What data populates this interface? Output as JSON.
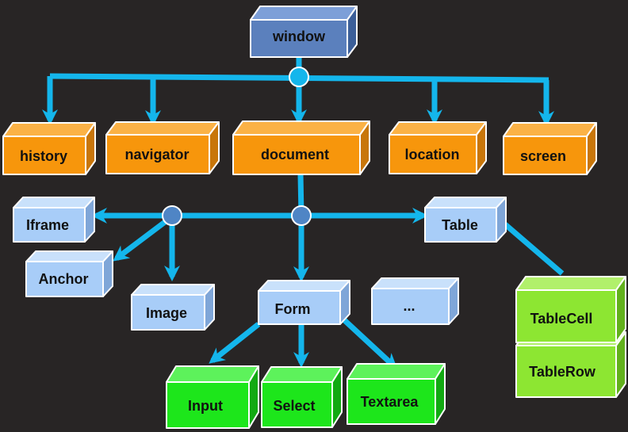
{
  "colors": {
    "background": "#282525",
    "connector": "#14b6ec",
    "junction_main": "#14b6ec",
    "junction_secondary": "#4f85c5",
    "edge": "#ffffff",
    "blue_dark": {
      "front": "#5b80bd",
      "top": "#7d9fd8",
      "side": "#3c5f99"
    },
    "orange": {
      "front": "#f7960c",
      "top": "#fbb246",
      "side": "#c8760a"
    },
    "light_blue": {
      "front": "#a8cdf8",
      "top": "#c9e1fb",
      "side": "#7fa6d8"
    },
    "green": {
      "front": "#1de61b",
      "top": "#5df25b",
      "side": "#12a912"
    },
    "lime": {
      "front": "#8de632",
      "top": "#b1f06b",
      "side": "#62b11c"
    }
  },
  "nodes": {
    "window": {
      "label": "window",
      "color": "blue_dark"
    },
    "history": {
      "label": "history",
      "color": "orange"
    },
    "navigator": {
      "label": "navigator",
      "color": "orange"
    },
    "document": {
      "label": "document",
      "color": "orange"
    },
    "location": {
      "label": "location",
      "color": "orange"
    },
    "screen": {
      "label": "screen",
      "color": "orange"
    },
    "iframe": {
      "label": "Iframe",
      "color": "light_blue"
    },
    "anchor": {
      "label": "Anchor",
      "color": "light_blue"
    },
    "image": {
      "label": "Image",
      "color": "light_blue"
    },
    "form": {
      "label": "Form",
      "color": "light_blue"
    },
    "ellipsis": {
      "label": "...",
      "color": "light_blue"
    },
    "table": {
      "label": "Table",
      "color": "light_blue"
    },
    "input": {
      "label": "Input",
      "color": "green"
    },
    "select": {
      "label": "Select",
      "color": "green"
    },
    "textarea": {
      "label": "Textarea",
      "color": "green"
    },
    "tablecell": {
      "label": "TableCell",
      "color": "lime"
    },
    "tablerow": {
      "label": "TableRow",
      "color": "lime"
    }
  },
  "edges": [
    {
      "from": "window",
      "to": "history"
    },
    {
      "from": "window",
      "to": "navigator"
    },
    {
      "from": "window",
      "to": "document"
    },
    {
      "from": "window",
      "to": "location"
    },
    {
      "from": "window",
      "to": "screen"
    },
    {
      "from": "document",
      "to": "iframe"
    },
    {
      "from": "document",
      "to": "anchor"
    },
    {
      "from": "document",
      "to": "image"
    },
    {
      "from": "document",
      "to": "form"
    },
    {
      "from": "document",
      "to": "table"
    },
    {
      "from": "form",
      "to": "input"
    },
    {
      "from": "form",
      "to": "select"
    },
    {
      "from": "form",
      "to": "textarea"
    },
    {
      "from": "table",
      "to": "tablecell"
    }
  ]
}
